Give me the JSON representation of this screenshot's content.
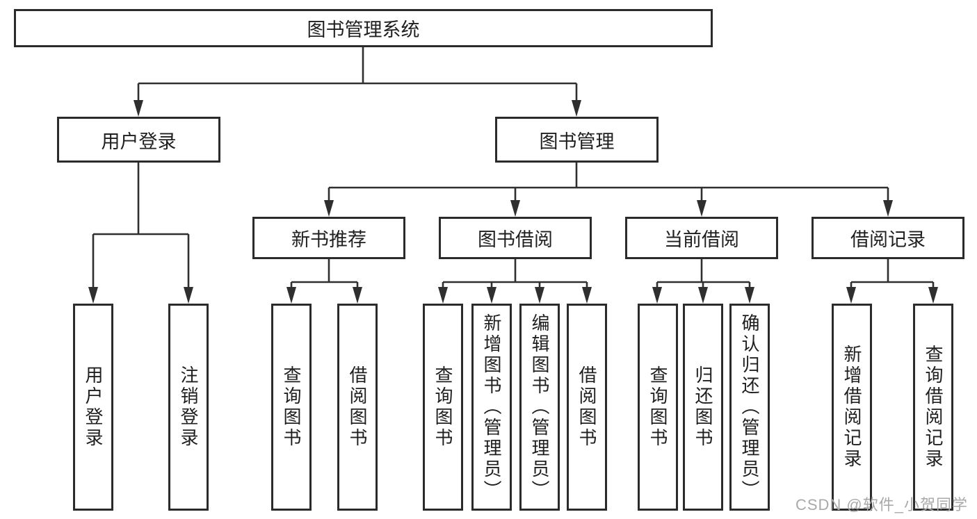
{
  "diagram": {
    "tree": {
      "root": {
        "label": "图书管理系统"
      },
      "branches": [
        {
          "label": "用户登录",
          "children": [
            {
              "label": "用户登录"
            },
            {
              "label": "注销登录"
            }
          ]
        },
        {
          "label": "图书管理",
          "children": [
            {
              "label": "新书推荐",
              "children": [
                {
                  "label": "查询图书"
                },
                {
                  "label": "借阅图书"
                }
              ]
            },
            {
              "label": "图书借阅",
              "children": [
                {
                  "label": "查询图书"
                },
                {
                  "label": "新增图书（管理员）"
                },
                {
                  "label": "编辑图书（管理员）"
                },
                {
                  "label": "借阅图书"
                }
              ]
            },
            {
              "label": "当前借阅",
              "children": [
                {
                  "label": "查询图书"
                },
                {
                  "label": "归还图书"
                },
                {
                  "label": "确认归还（管理员）"
                }
              ]
            },
            {
              "label": "借阅记录",
              "children": [
                {
                  "label": "新增借阅记录"
                },
                {
                  "label": "查询借阅记录"
                }
              ]
            }
          ]
        }
      ]
    },
    "colors": {
      "line": "#2f2f2f",
      "box_border": "#2b2b2b",
      "box_fill": "#ffffff",
      "text": "#1f1f1f",
      "watermark": "#a9a9a9",
      "background": "#ffffff"
    },
    "watermark": "CSDN @软件_小贺同学"
  }
}
